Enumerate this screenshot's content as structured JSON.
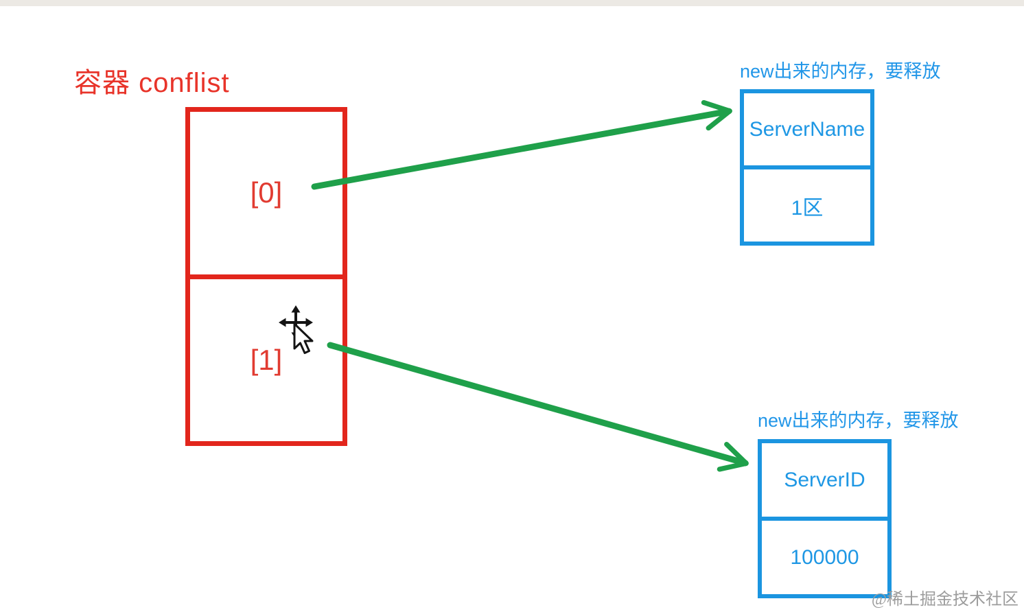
{
  "diagram": {
    "container": {
      "title": "容器 conflist",
      "cells": [
        {
          "label": "[0]"
        },
        {
          "label": "[1]"
        }
      ]
    },
    "heap_boxes": [
      {
        "caption": "new出来的内存，要释放",
        "rows": [
          "ServerName",
          "1区"
        ]
      },
      {
        "caption": "new出来的内存，要释放",
        "rows": [
          "ServerID",
          "100000"
        ]
      }
    ],
    "watermark": "@稀土掘金技术社区"
  },
  "icons": {
    "cursor": "move-cursor-with-arrow-pointer",
    "arrowhead": "open-v-arrowhead"
  },
  "colors": {
    "container_red": "#E2261C",
    "cell_label_red": "#E13B31",
    "title_red": "#E8342A",
    "heap_blue": "#1B95E0",
    "heap_text_blue": "#1E97E4",
    "caption_blue": "#2196E8",
    "arrow_green": "#1FA04A",
    "watermark_gray": "#9C9C9C",
    "top_band_gray": "#ECE9E4",
    "background": "#FFFFFF"
  }
}
